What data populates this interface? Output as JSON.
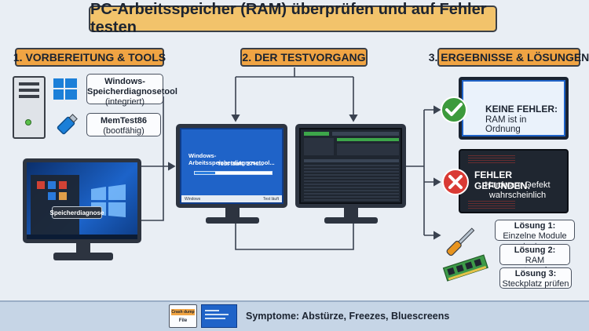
{
  "title": "PC-Arbeitsspeicher (RAM) überprüfen und auf Fehler testen",
  "sections": {
    "prep": "1. VORBEREITUNG & TOOLS",
    "test": "2. DER TESTVORGANG",
    "results": "3. ERGEBNISSE & LÖSUNGEN"
  },
  "tools": [
    {
      "name": "Windows-Speicherdiagnosetool",
      "note": "(integriert)",
      "icon": "windows-logo-icon"
    },
    {
      "name": "MemTest86",
      "note": "(bootfähig)",
      "icon": "usb-stick-icon"
    }
  ],
  "start_menu_label": "Speicherdiagnose",
  "windows_test": {
    "title": "Windows-Arbeitsspeicherdiagnosetool...",
    "status": "Test läuft: 27%...",
    "progress": 0.27,
    "footer_left": "Windows",
    "footer_right": "Test läuft"
  },
  "results": [
    {
      "state": "ok",
      "title": "KEINE FEHLER:",
      "detail": "RAM ist in Ordnung",
      "icon": "check-icon",
      "color": "#3c9a3c"
    },
    {
      "state": "error",
      "title": "FEHLER GEFUNDEN:",
      "detail": "Hardware-Defekt wahrscheinlich",
      "icon": "error-x-icon",
      "color": "#d93a34"
    }
  ],
  "solutions": [
    {
      "label": "Lösung 1:",
      "text": "Einzelne Module testen"
    },
    {
      "label": "Lösung 2:",
      "text": "RAM austauschen"
    },
    {
      "label": "Lösung 3:",
      "text": "Steckplatz prüfen"
    }
  ],
  "footer": {
    "crash_label": "Crash dump",
    "file_label": "File",
    "symptoms": "Symptome: Abstürze, Freezes, Bluescreens"
  },
  "colors": {
    "banner": "#f2c36b",
    "section": "#f0a443",
    "screen_blue": "#1f63c8",
    "dark_screen": "#1f2630"
  }
}
